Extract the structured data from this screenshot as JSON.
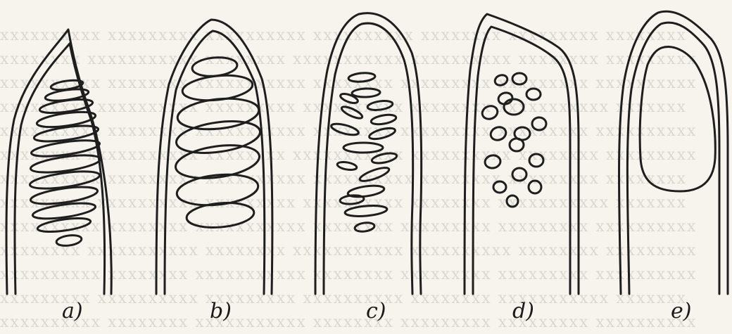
{
  "panels": [
    {
      "id": "a",
      "label": "a)"
    },
    {
      "id": "b",
      "label": "b)"
    },
    {
      "id": "c",
      "label": "c)"
    },
    {
      "id": "d",
      "label": "d)"
    },
    {
      "id": "e",
      "label": "e)"
    }
  ],
  "colors": {
    "ink": "#1e1e1e",
    "paper": "#f7f4ee"
  }
}
